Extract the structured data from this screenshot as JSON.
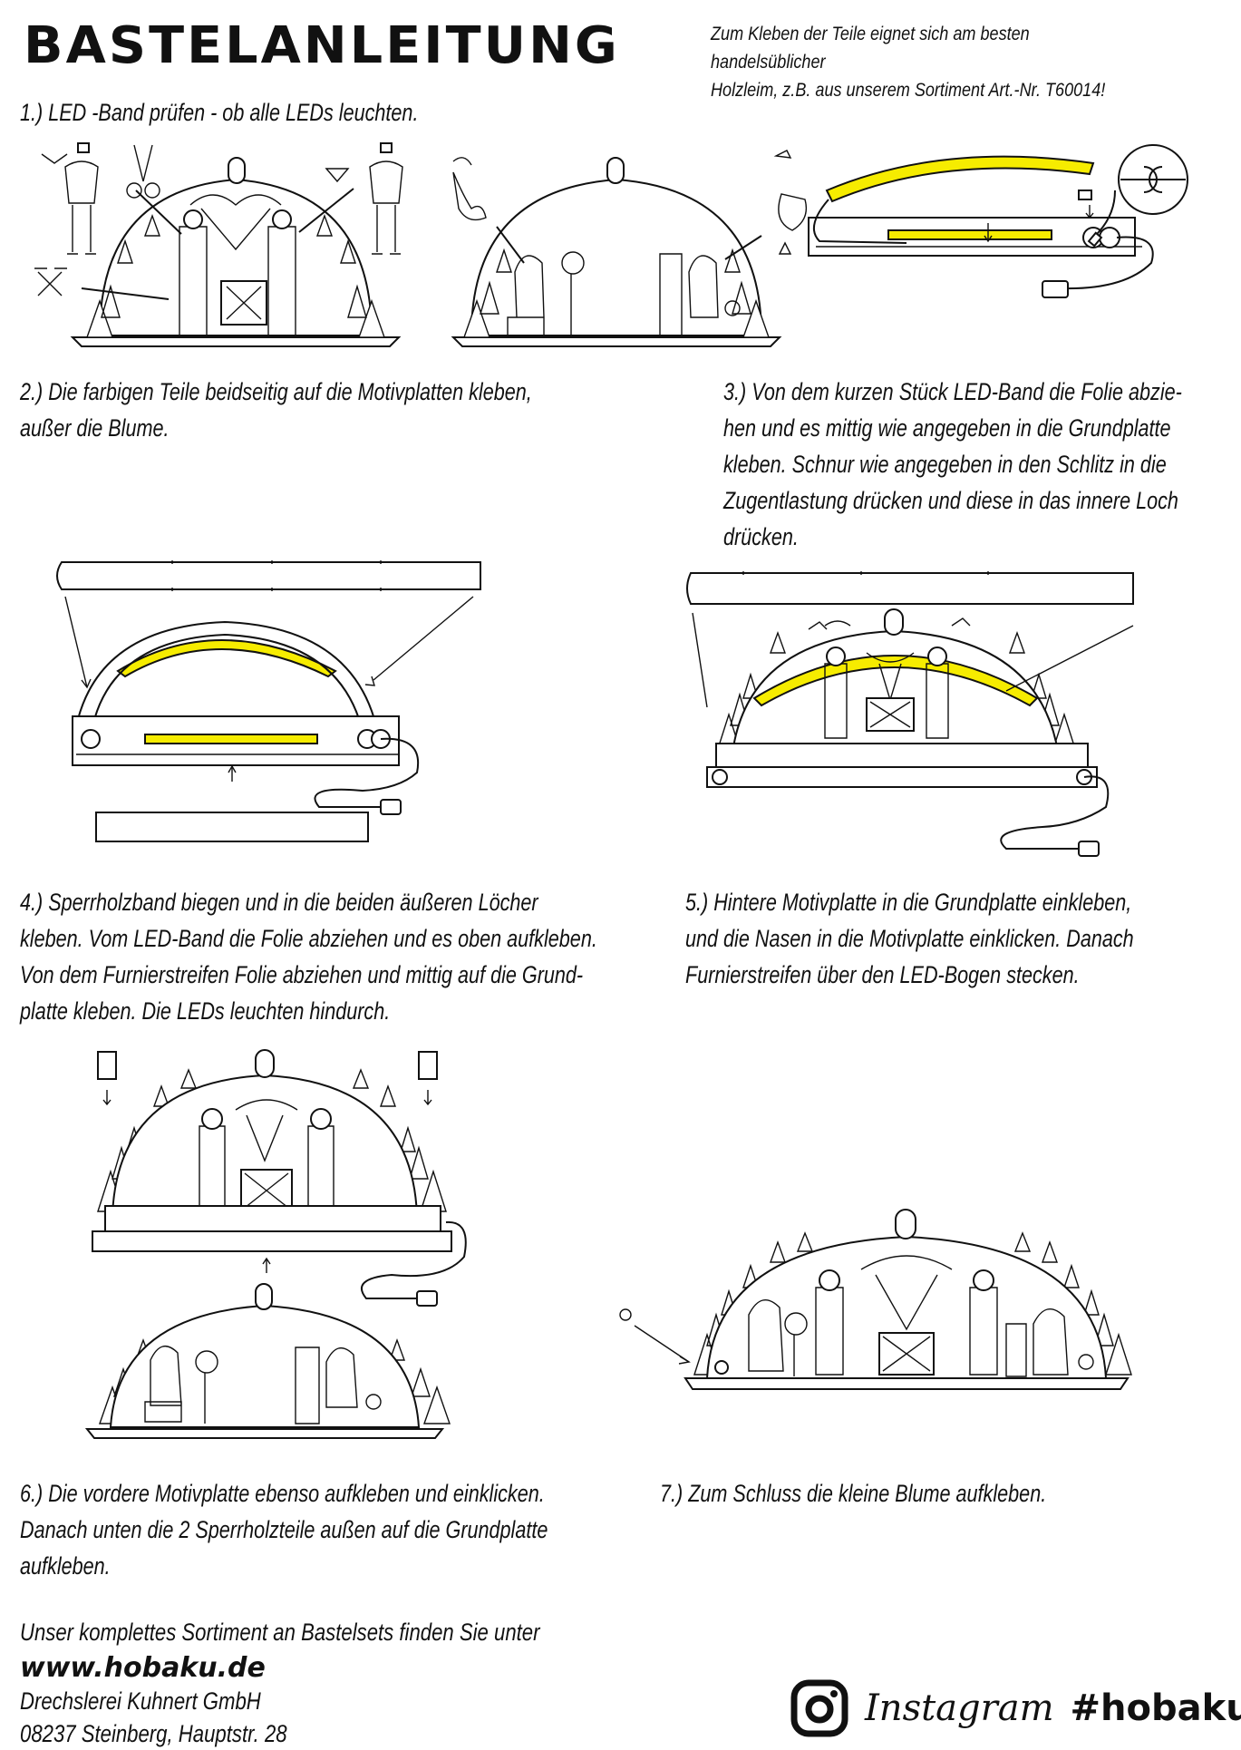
{
  "header": {
    "title": "BASTELANLEITUNG",
    "note_lines": [
      "Zum Kleben der Teile eignet sich am besten handelsüblicher",
      "Holzleim, z.B. aus unserem Sortiment Art.-Nr. T60014!"
    ]
  },
  "steps": [
    {
      "lines": [
        "1.) LED -Band prüfen - ob alle LEDs leuchten."
      ]
    },
    {
      "lines": [
        "2.) Die farbigen Teile beidseitig auf die Motivplatten kleben,",
        "außer die Blume."
      ]
    },
    {
      "lines": [
        "3.) Von dem kurzen Stück LED-Band die Folie abzie-",
        "hen und es mittig wie angegeben in die Grundplatte",
        "kleben. Schnur wie angegeben in den Schlitz in die",
        "Zugentlastung drücken und diese in das innere Loch",
        "drücken."
      ]
    },
    {
      "lines": [
        "4.) Sperrholzband biegen und in die beiden äußeren Löcher",
        "kleben. Vom LED-Band die Folie abziehen und es oben aufkleben.",
        "Von dem Furnierstreifen Folie abziehen und mittig auf die Grund-",
        "platte kleben. Die LEDs leuchten hindurch."
      ]
    },
    {
      "lines": [
        "5.) Hintere Motivplatte in die Grundplatte einkleben,",
        "und die Nasen in die Motivplatte einklicken. Danach",
        "Furnierstreifen über den LED-Bogen stecken."
      ]
    },
    {
      "lines": [
        "6.) Die vordere Motivplatte ebenso aufkleben und einklicken.",
        "Danach unten die 2 Sperrholzteile außen auf die Grundplatte",
        "aufkleben."
      ]
    },
    {
      "lines": [
        "7.) Zum Schluss die kleine Blume aufkleben."
      ]
    }
  ],
  "footer": {
    "intro": "Unser komplettes Sortiment an Bastelsets finden Sie unter",
    "url": "www.hobaku.de",
    "company": "Drechslerei Kuhnert GmbH",
    "address": "08237 Steinberg, Hauptstr. 28"
  },
  "social": {
    "icon": "instagram-icon",
    "platform": "Instagram",
    "hashtag": "#hobaku"
  },
  "colors": {
    "led": "#f6ec00",
    "ink": "#111111"
  }
}
